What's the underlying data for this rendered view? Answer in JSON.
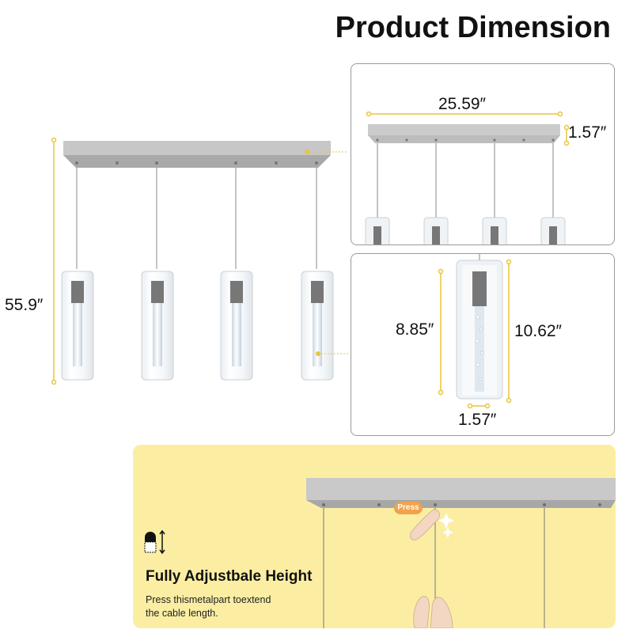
{
  "title": "Product Dimension",
  "dimensions": {
    "overall_height": "55.9″",
    "canopy_length": "25.59″",
    "canopy_height": "1.57″",
    "glass_height": "10.62″",
    "bubble_tube_height": "8.85″",
    "shade_diameter": "1.57″"
  },
  "adjustable": {
    "title": "Fully Adjustbale Height",
    "description_line1": "Press thismetalpart toextend",
    "description_line2": "the cable length.",
    "press_label": "Press"
  },
  "colors": {
    "accent_yellow": "#e9c53a",
    "panel_yellow": "#fbeea3",
    "metal": "#b9b9b9"
  }
}
